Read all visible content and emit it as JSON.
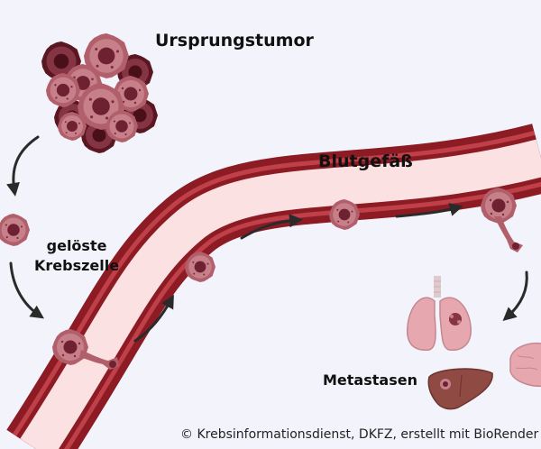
{
  "labels": {
    "primary_tumor": "Ursprungstumor",
    "blood_vessel": "Blutgefäß",
    "detached_cell_line1": "gelöste",
    "detached_cell_line2": "Krebszelle",
    "metastases": "Metastasen"
  },
  "credit": "© Krebsinformationsdienst, DKFZ, erstellt mit BioRender",
  "colors": {
    "background": "#f3f4fb",
    "vessel_wall": "#8c1b24",
    "vessel_wall_light": "#c0404a",
    "vessel_lumen": "#fbe1e1",
    "cell_dark": "#6e2130",
    "cell_mid": "#a3525d",
    "cell_light": "#c7808a",
    "organ_pink": "#e6a8ae",
    "liver": "#8e4a43",
    "arrow": "#2a2a2a"
  }
}
